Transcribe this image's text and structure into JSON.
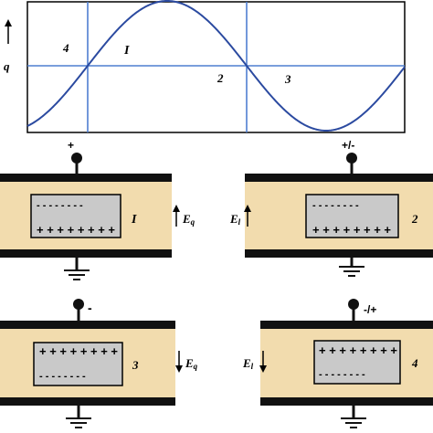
{
  "graph": {
    "y_axis_label": "q",
    "region_labels": [
      "4",
      "I",
      "2",
      "3"
    ]
  },
  "cells": [
    {
      "id": "1",
      "terminal_sign": "+",
      "upper_charges": "- - - - - - - -",
      "lower_charges": "+ + + + + + + +",
      "number": "I",
      "field_symbol": "E",
      "field_subscript": "q",
      "field_arrow": "up"
    },
    {
      "id": "2",
      "terminal_sign": "+/-",
      "upper_charges": "- - - - - - - -",
      "lower_charges": "+ + + + + + + +",
      "number": "2",
      "field_symbol": "E",
      "field_subscript": "l",
      "field_arrow": "up"
    },
    {
      "id": "3",
      "terminal_sign": "-",
      "upper_charges": "+ + + + + + + +",
      "lower_charges": "- - - - - - - -",
      "number": "3",
      "field_symbol": "E",
      "field_subscript": "q",
      "field_arrow": "down"
    },
    {
      "id": "4",
      "terminal_sign": "-/+",
      "upper_charges": "+ + + + + + + +",
      "lower_charges": "- - - - - - - -",
      "number": "4",
      "field_symbol": "E",
      "field_subscript": "l",
      "field_arrow": "down"
    }
  ],
  "colors": {
    "curve": "#2b4aa0",
    "grid_line": "#4f7fd0",
    "sandwich_fill": "#f2dcae",
    "electrode": "#111111",
    "inner_box": "#c9c9c9"
  }
}
